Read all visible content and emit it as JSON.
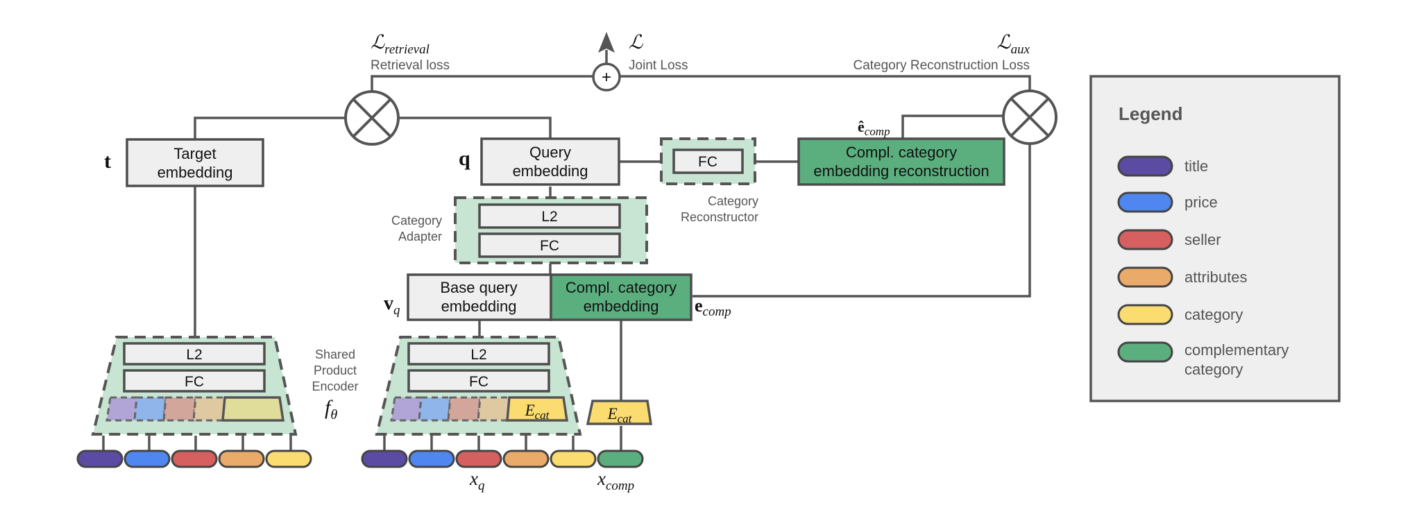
{
  "colors": {
    "title": "#5b4ba3",
    "price": "#4f86f0",
    "seller": "#d65f5f",
    "attributes": "#eaaa6a",
    "category": "#fbdc70",
    "complementary_category": "#5baf7f",
    "adapter_region": "#c8e4d2"
  },
  "losses": {
    "retrieval_symbol": "ℒ",
    "retrieval_sub": "retrieval",
    "retrieval_name": "Retrieval loss",
    "joint_symbol": "ℒ",
    "joint_name": "Joint Loss",
    "aux_symbol": "ℒ",
    "aux_sub": "aux",
    "aux_name": "Category Reconstruction Loss",
    "plus": "+"
  },
  "blocks": {
    "target_line1": "Target",
    "target_line2": "embedding",
    "target_symbol": "t",
    "query_line1": "Query",
    "query_line2": "embedding",
    "query_symbol": "q",
    "fc": "FC",
    "l2": "L2",
    "reconstructor_line1": "Category",
    "reconstructor_line2": "Reconstructor",
    "recon_line1": "Compl. category",
    "recon_line2": "embedding reconstruction",
    "ehat_symbol": "ê",
    "ehat_sub": "comp",
    "adapter_line1": "Category",
    "adapter_line2": "Adapter",
    "base_line1": "Base query",
    "base_line2": "embedding",
    "vq_symbol": "v",
    "vq_sub": "q",
    "compl_line1": "Compl. category",
    "compl_line2": "embedding",
    "ecomp_symbol": "e",
    "ecomp_sub": "comp",
    "encoder_line1": "Shared",
    "encoder_line2": "Product",
    "encoder_line3": "Encoder",
    "f_symbol": "f",
    "f_sub": "θ",
    "ecat_symbol": "E",
    "ecat_sub": "cat",
    "xq_symbol": "x",
    "xq_sub": "q",
    "xcomp_symbol": "x",
    "xcomp_sub": "comp"
  },
  "legend": {
    "title": "Legend",
    "items": [
      {
        "label": "title",
        "color": "#5b4ba3"
      },
      {
        "label": "price",
        "color": "#4f86f0"
      },
      {
        "label": "seller",
        "color": "#d65f5f"
      },
      {
        "label": "attributes",
        "color": "#eaaa6a"
      },
      {
        "label": "category",
        "color": "#fbdc70"
      },
      {
        "label": "complementary",
        "label2": "category",
        "color": "#5baf7f"
      }
    ]
  }
}
